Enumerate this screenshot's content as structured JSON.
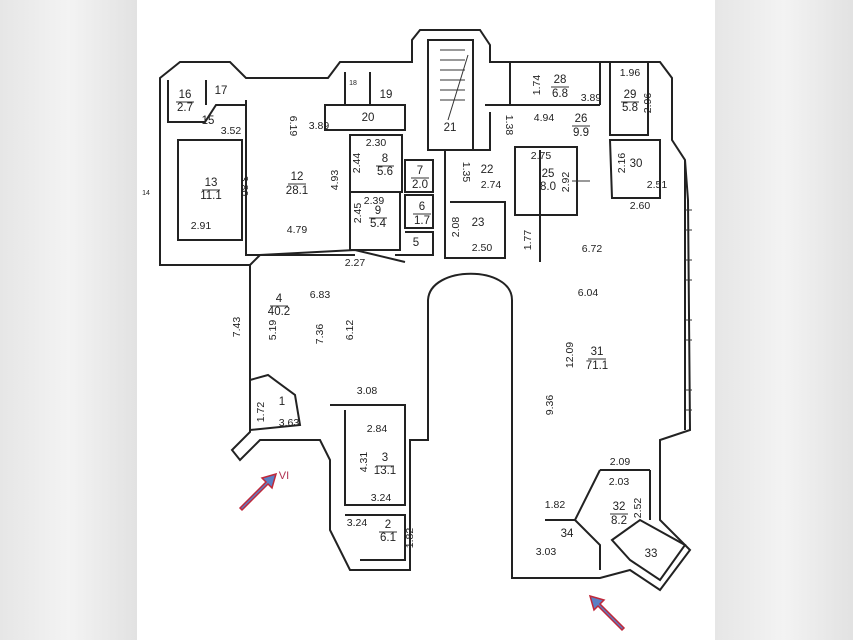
{
  "title": "Floor plan",
  "colors": {
    "arrow_fill": "#5b7fc4",
    "arrow_stroke": "#c0283a",
    "entrance_label": "#b03050"
  },
  "rooms": [
    {
      "no": "1",
      "area": ""
    },
    {
      "no": "2",
      "area": "6.1"
    },
    {
      "no": "3",
      "area": "13.1"
    },
    {
      "no": "4",
      "area": "40.2"
    },
    {
      "no": "5",
      "area": ""
    },
    {
      "no": "6",
      "area": "1.7"
    },
    {
      "no": "7",
      "area": "2.0"
    },
    {
      "no": "8",
      "area": "5.6"
    },
    {
      "no": "9",
      "area": "5.4"
    },
    {
      "no": "12",
      "area": "28.1"
    },
    {
      "no": "13",
      "area": "11.1"
    },
    {
      "no": "14",
      "area": ""
    },
    {
      "no": "15",
      "area": ""
    },
    {
      "no": "16",
      "area": "2.7"
    },
    {
      "no": "17",
      "area": ""
    },
    {
      "no": "18",
      "area": ""
    },
    {
      "no": "19",
      "area": ""
    },
    {
      "no": "20",
      "area": ""
    },
    {
      "no": "21",
      "area": ""
    },
    {
      "no": "22",
      "area": ""
    },
    {
      "no": "23",
      "area": ""
    },
    {
      "no": "25",
      "area": "8.0"
    },
    {
      "no": "26",
      "area": "9.9"
    },
    {
      "no": "28",
      "area": "6.8"
    },
    {
      "no": "29",
      "area": "5.8"
    },
    {
      "no": "30",
      "area": ""
    },
    {
      "no": "31",
      "area": "71.1"
    },
    {
      "no": "32",
      "area": "8.2"
    },
    {
      "no": "33",
      "area": ""
    },
    {
      "no": "34",
      "area": ""
    }
  ],
  "dims": [
    "3.52",
    "3.80",
    "2.91",
    "6.19",
    "4.93",
    "4.79",
    "3.89",
    "2.30",
    "2.44",
    "2.39",
    "2.45",
    "2.27",
    "1.74",
    "3.89",
    "1.96",
    "2.96",
    "1.38",
    "4.94",
    "2.75",
    "1.35",
    "2.74",
    "2.92",
    "2.16",
    "2.51",
    "2.60",
    "2.08",
    "2.50",
    "1.77",
    "6.72",
    "6.83",
    "5.19",
    "7.36",
    "6.12",
    "7.43",
    "3.08",
    "1.72",
    "3.63",
    "2.84",
    "4.31",
    "3.24",
    "3.24",
    "1.82",
    "6.04",
    "12.09",
    "9.36",
    "2.09",
    "2.03",
    "1.82",
    "2.52",
    "3.03"
  ],
  "entrance_label": "VI"
}
